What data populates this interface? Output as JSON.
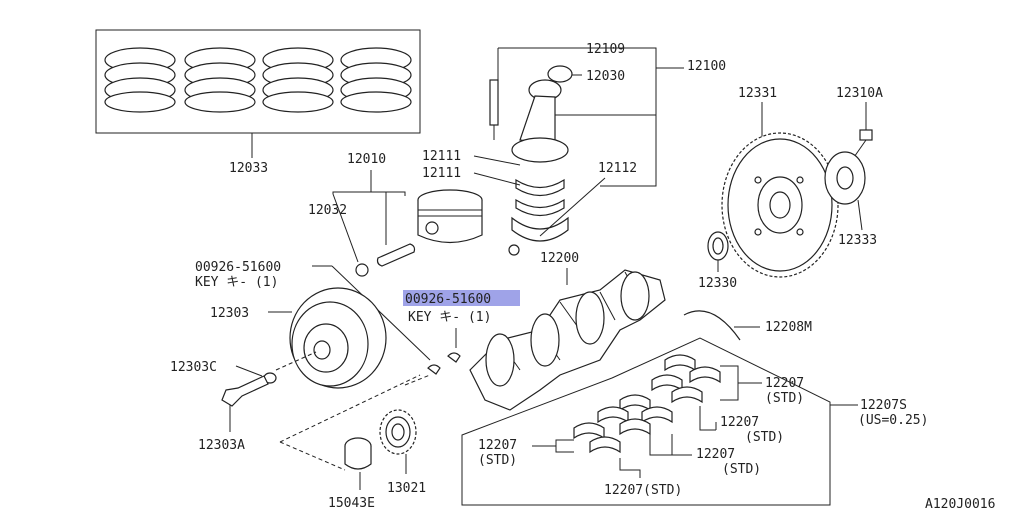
{
  "diagram": {
    "footer_code": "A120J0016",
    "highlight_color": "#9fa3e8",
    "labels": {
      "ring_set": "12033",
      "piston": "12010",
      "snap_ring": "12032",
      "rod_bolt": "12109",
      "rod_nut": "12030",
      "rod_assy": "12100",
      "rod_bearing_upper": "12111",
      "rod_bearing_lower": "12111",
      "rod_cap_bolt": "12112",
      "key_top": "00926-51600",
      "key_top_desc": "KEY キ- (1)",
      "key_mid": "00926-51600",
      "key_mid_desc": "KEY キ- (1)",
      "pulley": "12303",
      "pulley_washer": "12303C",
      "pulley_bolt": "12303A",
      "crankshaft": "12200",
      "sprocket": "13021",
      "pilot_bushing": "15043E",
      "flywheel": "12331",
      "flywheel_bolt": "12310A",
      "reinforcement": "12333",
      "oil_seal": "12330",
      "thrust_washer": "12208M",
      "main_bearing_1": "12207",
      "main_bearing_1_sub": "(STD)",
      "main_bearing_2": "12207",
      "main_bearing_2_sub": "(STD)",
      "main_bearing_3": "12207",
      "main_bearing_3_sub": "(STD)",
      "main_bearing_4": "12207",
      "main_bearing_4_sub": "(STD)",
      "main_bearing_5": "12207(STD)",
      "main_bearing_set": "12207S",
      "main_bearing_set_sub": "(US=0.25)"
    }
  }
}
